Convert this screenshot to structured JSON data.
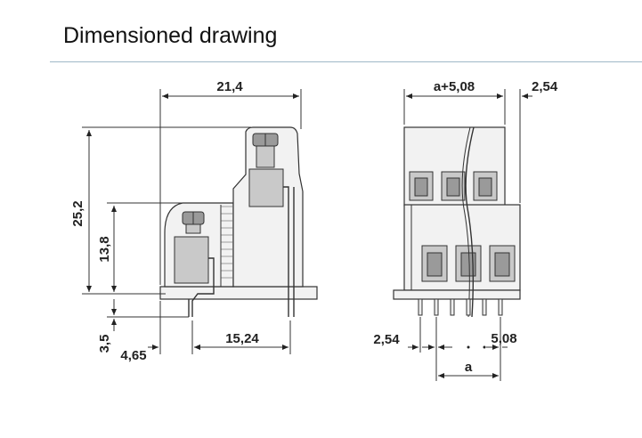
{
  "heading": "Dimensioned drawing",
  "side_view": {
    "dim_width": "21,4",
    "dim_height_total": "25,2",
    "dim_height_lower": "13,8",
    "dim_pin": "3,5",
    "dim_offset": "4,65",
    "dim_pitch": "15,24"
  },
  "front_view": {
    "dim_top": "a+5,08",
    "dim_top_right": "2,54",
    "dim_bottom_left": "2,54",
    "dim_bottom_right": "5,08",
    "dim_a": "a"
  }
}
